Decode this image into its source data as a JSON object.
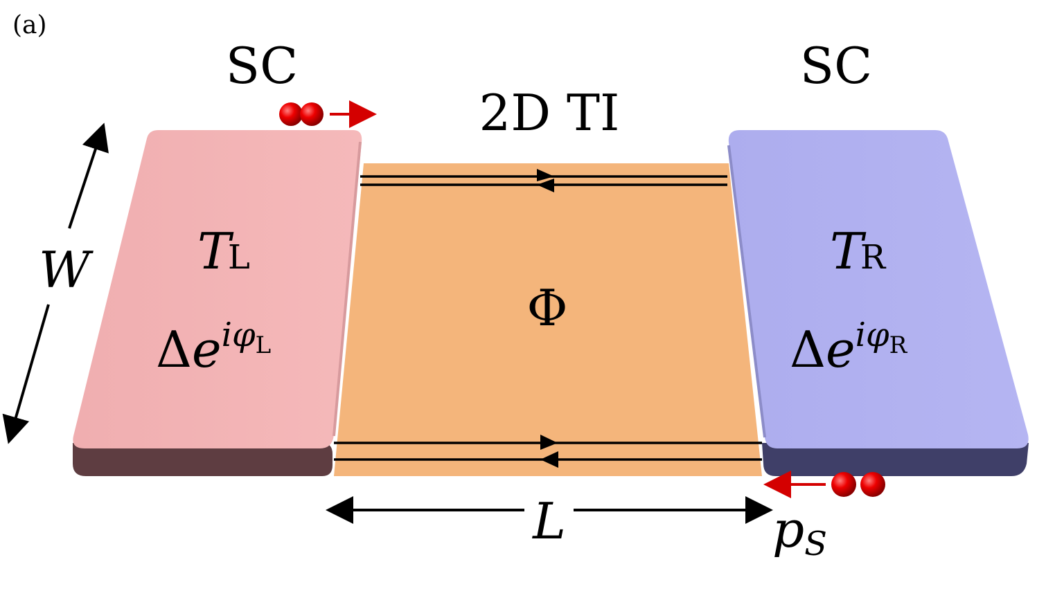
{
  "panel_label": "(a)",
  "left_lead": {
    "title": "SC",
    "temp_symbol": "T",
    "temp_sub": "L",
    "gap_base": "Δ",
    "gap_e": "e",
    "gap_exp": "iφ",
    "gap_exp_sub": "L",
    "color": "#f2b3b4"
  },
  "right_lead": {
    "title": "SC",
    "temp_symbol": "T",
    "temp_sub": "R",
    "gap_base": "Δ",
    "gap_e": "e",
    "gap_exp": "iφ",
    "gap_exp_sub": "R",
    "color": "#b1b1f0"
  },
  "junction": {
    "title": "2D TI",
    "flux_symbol": "Φ",
    "color": "#f4b57b"
  },
  "dimensions": {
    "width_symbol": "W",
    "length_symbol": "L"
  },
  "supercurrent": {
    "momentum_symbol": "p",
    "momentum_sub": "S",
    "pair_color": "#e00000"
  }
}
